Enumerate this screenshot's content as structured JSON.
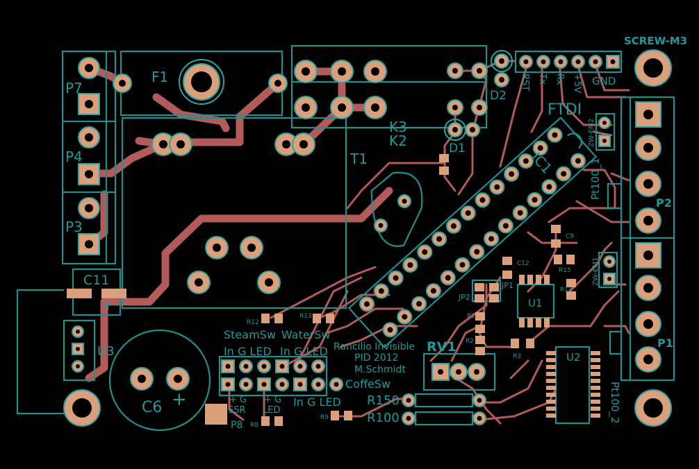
{
  "colors": {
    "background": "#000000",
    "silkscreen": "#1f9a9a",
    "copper_top": "#b35a5a",
    "pad": "#d9a07b"
  },
  "labels": {
    "screw_m3": "SCREW-M3",
    "f1": "F1",
    "t1": "T1",
    "k3": "K3",
    "k2": "K2",
    "d1": "D1",
    "d2": "D2",
    "ftdi": "FTDI",
    "ic1": "IC1",
    "p7": "P7",
    "p4": "P4",
    "p3": "P3",
    "p2": "P2",
    "p1": "P1",
    "c11": "C11",
    "u3": "U3",
    "c6": "C6",
    "p8": "P8",
    "u1": "U1",
    "u2": "U2",
    "rv1": "RV1",
    "pt100_1": "Pt100_1",
    "pt100_2": "Pt100_2",
    "zw_em2": "ZW-EM2",
    "zw_em1": "ZW-EM1",
    "jp1": "JP1",
    "jp2": "JP2",
    "c9": "C9",
    "c12": "C12",
    "r15": "R15",
    "r14": "R14",
    "r1": "R1",
    "r2": "R2",
    "r3": "R3",
    "r12": "R12",
    "r13": "R13",
    "r9": "R9",
    "r8": "R8",
    "r150": "R150",
    "r100": "R100"
  },
  "ftdi_pins": [
    "RST",
    "Tx",
    "Rx",
    "+5V",
    "GND"
  ],
  "switch_labels": {
    "steam": "SteamSw",
    "water": "WaterSw",
    "coffee": "CoffeSw",
    "in_g_led_1": "In G LED",
    "in_g_led_2": "In G LED",
    "in_g_led_3": "In G LED",
    "ssr": "+ G\nSSR",
    "led": "+ G\nLED"
  },
  "credits": {
    "line1": "Rancilio Invisible",
    "line2": "PID 2012",
    "line3": "M.Schmidt"
  }
}
